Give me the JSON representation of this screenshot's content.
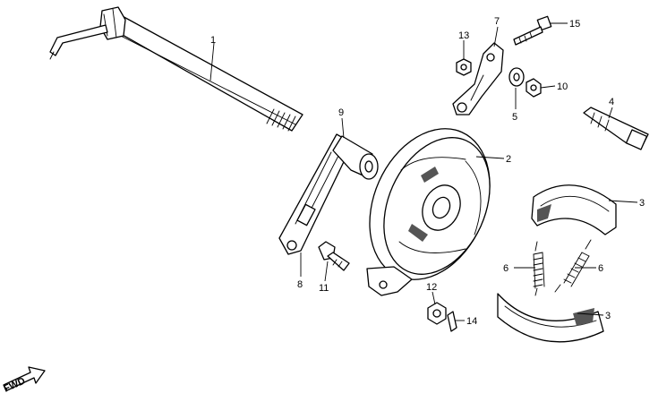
{
  "diagram": {
    "callouts": [
      "1",
      "2",
      "3",
      "3",
      "4",
      "5",
      "6",
      "6",
      "7",
      "8",
      "9",
      "10",
      "11",
      "12",
      "13",
      "14",
      "15"
    ],
    "fwd_label": "FWD",
    "ink_color": "#000000",
    "background": "#ffffff"
  }
}
